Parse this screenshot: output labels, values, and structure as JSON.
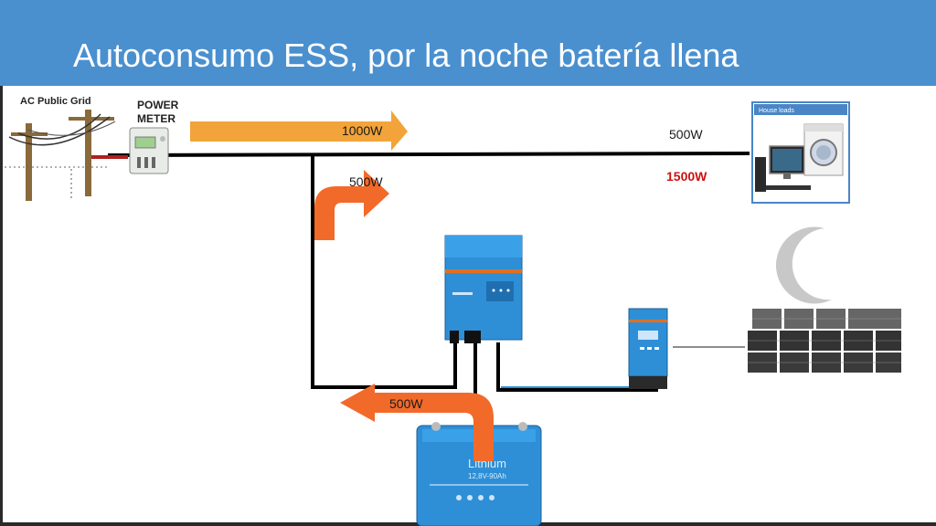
{
  "title": "Autoconsumo ESS,  por la noche batería llena",
  "grid": {
    "label": "AC Public Grid"
  },
  "meter": {
    "line1": "POWER",
    "line2": "METER"
  },
  "house": {
    "label": "House loads"
  },
  "flows": {
    "grid_to_loads": "1000W",
    "top_right": "500W",
    "total_loads": "1500W",
    "inverter_up": "500W",
    "battery_out": "500W"
  },
  "battery": {
    "brand": "Lithium",
    "spec": "12,8V-90Ah"
  },
  "colors": {
    "title_bar": "#4a90cf",
    "arrow_orange": "#f2a43a",
    "arrow_red": "#f26a2a",
    "device_blue": "#2f8fd6",
    "total_red": "#cc1111"
  }
}
